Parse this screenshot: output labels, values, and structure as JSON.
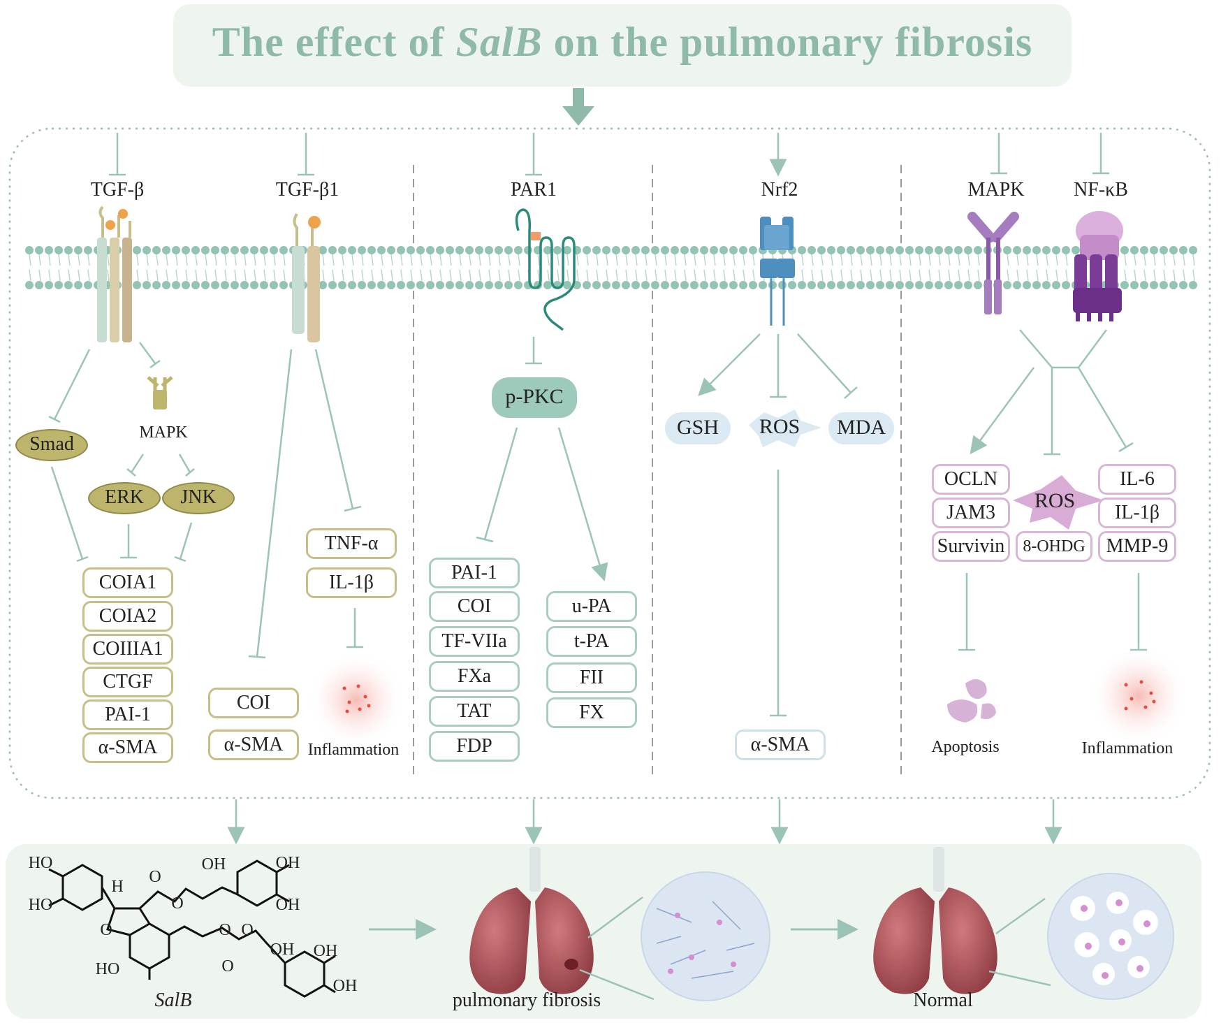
{
  "title": {
    "prefix": "The effect of ",
    "italic": "SalB",
    "suffix": " on the pulmonary fibrosis"
  },
  "panel1": {
    "receptor1": "TGF-β",
    "receptor2": "TGF-β1",
    "smad": "Smad",
    "mapk": "MAPK",
    "erk": "ERK",
    "jnk": "JNK",
    "targets": [
      "COIA1",
      "COIA2",
      "COIIIA1",
      "CTGF",
      "PAI-1",
      "α-SMA"
    ],
    "right_targets": [
      "COI",
      "α-SMA"
    ],
    "cytokines": [
      "TNF-α",
      "IL-1β"
    ],
    "inflammation": "Inflammation"
  },
  "panel2": {
    "receptor": "PAR1",
    "mediator": "p-PKC",
    "left_targets": [
      "PAI-1",
      "COI",
      "TF-VIIa",
      "FXa",
      "TAT",
      "FDP"
    ],
    "right_targets": [
      "u-PA",
      "t-PA",
      "FII",
      "FX"
    ]
  },
  "panel3": {
    "receptor": "Nrf2",
    "gsh": "GSH",
    "ros": "ROS",
    "mda": "MDA",
    "target": "α-SMA"
  },
  "panel4": {
    "receptor1": "MAPK",
    "receptor2": "NF-κB",
    "left_targets": [
      "OCLN",
      "JAM3",
      "Survivin"
    ],
    "ros": "ROS",
    "ohdg": "8-OHDG",
    "right_targets": [
      "IL-6",
      "IL-1β",
      "MMP-9"
    ],
    "apoptosis": "Apoptosis",
    "inflammation": "Inflammation"
  },
  "bottom": {
    "compound": "SalB",
    "atoms": [
      "HO",
      "HO",
      "H",
      "O",
      "O",
      "OH",
      "OH",
      "OH",
      "O",
      "HO",
      "O",
      "O",
      "O",
      "OH",
      "OH",
      "OH"
    ],
    "lung_fibrosis": "pulmonary fibrosis",
    "lung_normal": "Normal"
  },
  "colors": {
    "title": "#8fbaa9",
    "teal": "#8fbaa9",
    "olive": "#bcb56b",
    "membrane": "#93c3b3",
    "purple": "#8a5aa8",
    "blue": "#4f8fbf",
    "lung": "#a8484f"
  }
}
